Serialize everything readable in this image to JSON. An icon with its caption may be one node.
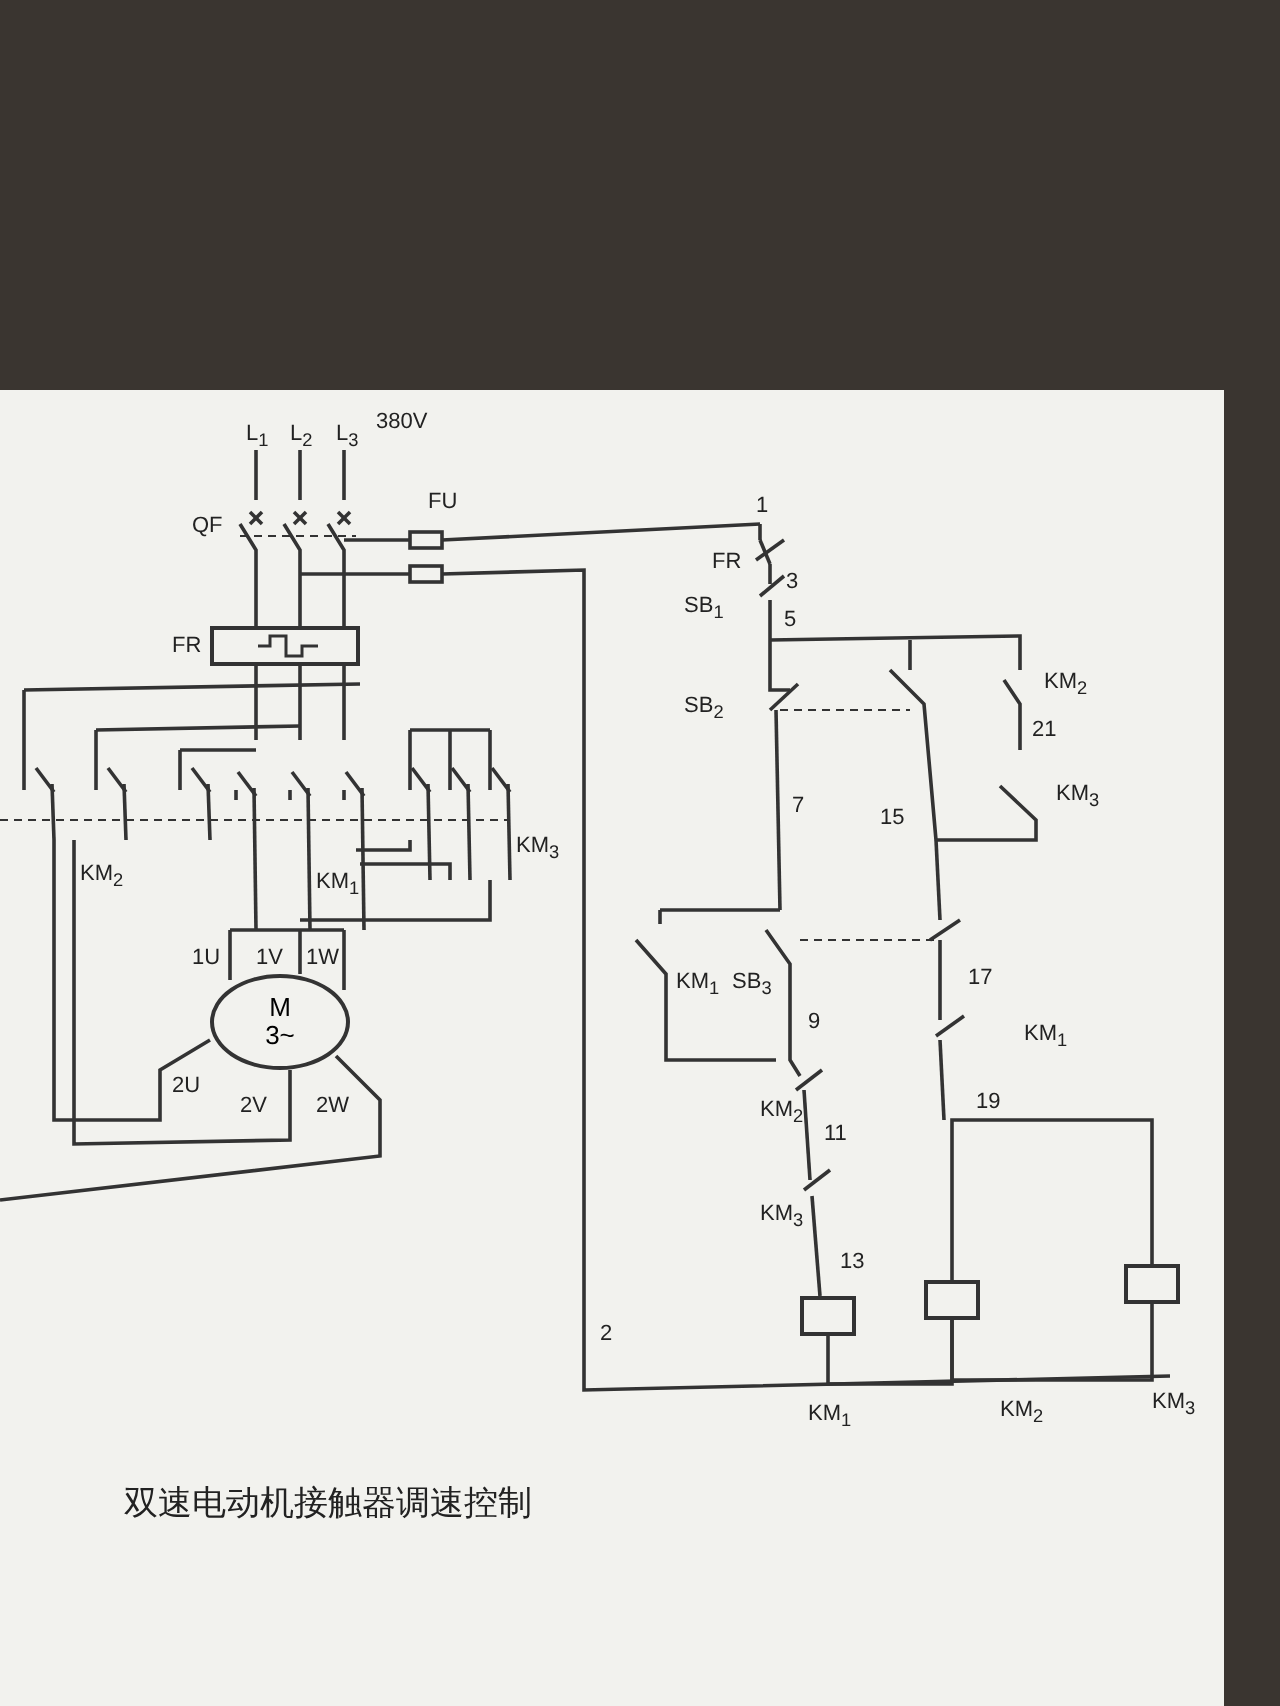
{
  "diagram": {
    "title": "双速电动机接触器调速控制",
    "nodes": [
      {
        "text": [],
        "shape": "box",
        "beside": [
          "FR"
        ]
      },
      {
        "text": [
          "M 3~"
        ]
      },
      {
        "text": [],
        "shape": "box",
        "beside": [
          "KM$_{1}$"
        ]
      },
      {
        "text": [],
        "shape": "box",
        "beside": [
          "KM$_{2}$"
        ]
      },
      {
        "text": [],
        "shape": "box",
        "beside": [
          "KM$_{3}$"
        ]
      }
    ],
    "edges": [
      {
        "from": 2,
        "to": 3,
        "arrow": "none"
      },
      {
        "from": 3,
        "to": 4,
        "arrow": "none"
      },
      {
        "from": 3,
        "to": 4,
        "arrow": "none"
      }
    ],
    "labels": [
      "L$_{1}$",
      "L$_{2}$",
      "L$_{3}$",
      "380V",
      "QF",
      "FU",
      "1",
      "FR",
      "3",
      "SB$_{1}$",
      "5",
      "SB$_{2}$",
      "KM$_{2}$",
      "21",
      "KM$_{3}$",
      "15",
      "KM$_{2}$",
      "KM$_{1}$",
      "KM$_{3}$",
      "7",
      "1U",
      "1V",
      "1W",
      "KM$_{1}$",
      "SB$_{3}$",
      "17",
      "9",
      "KM$_{1}$",
      "2U",
      "2V",
      "2W",
      "KM$_{2}$",
      "11",
      "19",
      "KM$_{3}$",
      "13",
      "2"
    ]
  }
}
